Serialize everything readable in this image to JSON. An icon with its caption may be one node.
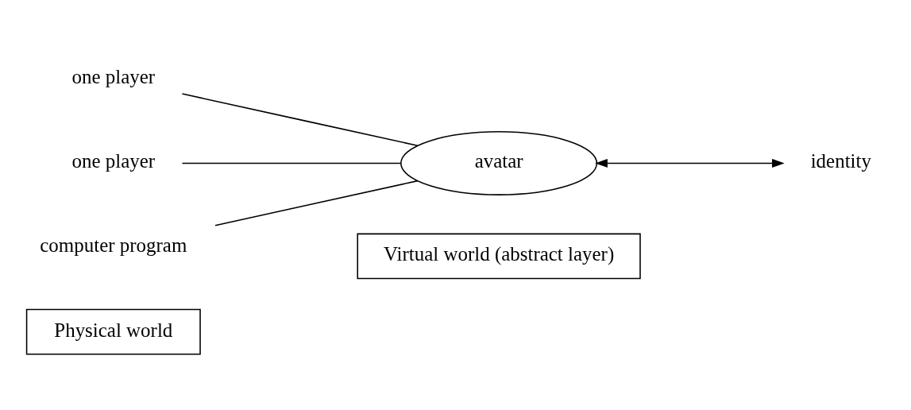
{
  "diagram": {
    "nodes": [
      {
        "text": [
          "Physical world"
        ]
      },
      {
        "text": [
          "Virtual world (abstract layer)"
        ]
      },
      {
        "text": [
          "one player"
        ]
      },
      {
        "text": [
          "one player"
        ]
      },
      {
        "text": [
          "computer program"
        ]
      },
      {
        "text": [
          "avatar"
        ]
      },
      {
        "text": [
          "identity"
        ]
      }
    ],
    "edges": [
      {
        "from": 2,
        "to": 5,
        "arrow": "none"
      },
      {
        "from": 3,
        "to": 5,
        "arrow": "none"
      },
      {
        "from": 4,
        "to": 5,
        "arrow": "none"
      },
      {
        "from": 5,
        "to": 6,
        "arrow": "both"
      }
    ]
  }
}
